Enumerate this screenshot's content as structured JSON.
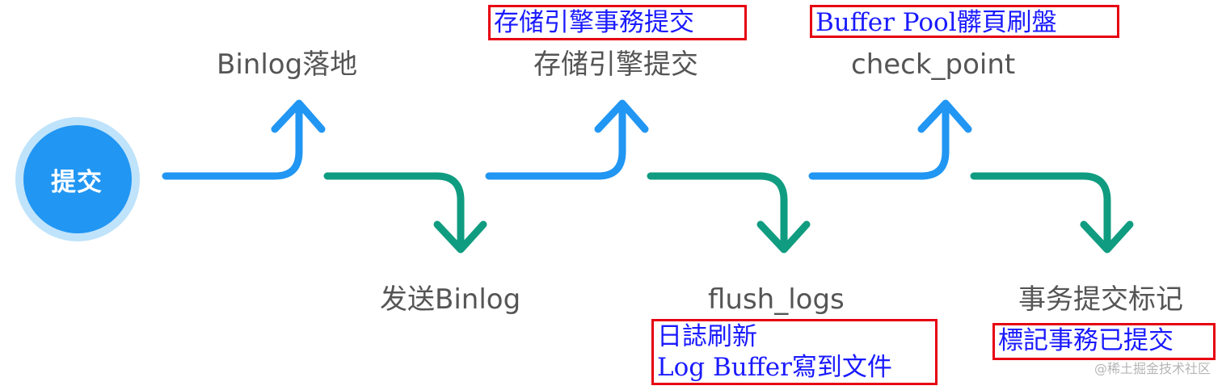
{
  "colors": {
    "up_arrow": "#2196f3",
    "down_arrow": "#109c80",
    "start_circle": "#2196f3",
    "start_ring": "#bfe3fb",
    "step_text": "#555555",
    "note_border": "#e60012",
    "note_text": "#1a1aff"
  },
  "start": {
    "label": "提交"
  },
  "steps": [
    {
      "label": "Binlog落地",
      "direction": "up"
    },
    {
      "label": "发送Binlog",
      "direction": "down"
    },
    {
      "label": "存储引擎提交",
      "direction": "up"
    },
    {
      "label": "flush_logs",
      "direction": "down"
    },
    {
      "label": "check_point",
      "direction": "up"
    },
    {
      "label": "事务提交标记",
      "direction": "down"
    }
  ],
  "notes": {
    "engine_commit": {
      "line1": "存储引擎事務提交"
    },
    "flush_logs": {
      "line1": "日誌刷新",
      "line2": "Log Buffer寫到文件"
    },
    "check_point": {
      "line1": "Buffer Pool髒頁刷盤"
    },
    "commit_mark": {
      "line1": "標記事務已提交"
    }
  },
  "watermark": "@稀土掘金技术社区"
}
